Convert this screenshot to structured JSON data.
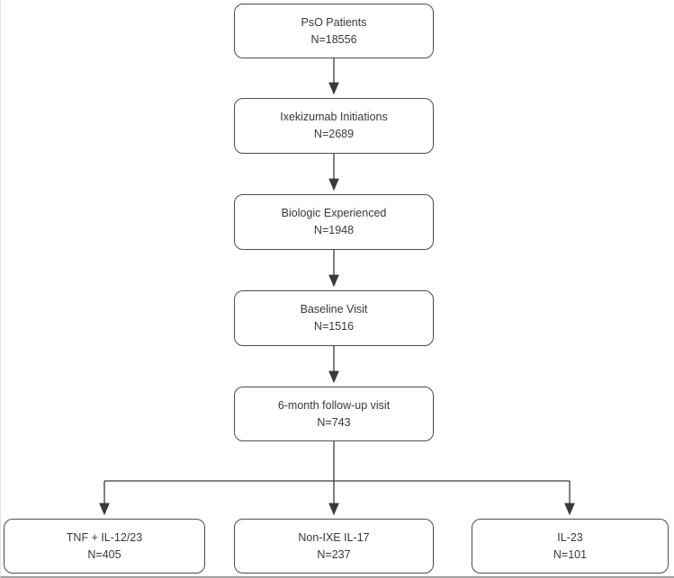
{
  "diagram": {
    "type": "flowchart",
    "nodes": [
      {
        "id": "pso",
        "label": "PsO Patients",
        "n": "N=18556"
      },
      {
        "id": "ixe",
        "label": "Ixekizumab Initiations",
        "n": "N=2689"
      },
      {
        "id": "bio",
        "label": "Biologic Experienced",
        "n": "N=1948"
      },
      {
        "id": "baseline",
        "label": "Baseline Visit",
        "n": "N=1516"
      },
      {
        "id": "followup",
        "label": "6-month follow-up visit",
        "n": "N=743"
      },
      {
        "id": "tnf",
        "label": "TNF + IL-12/23",
        "n": "N=405"
      },
      {
        "id": "il17",
        "label": "Non-IXE IL-17",
        "n": "N=237"
      },
      {
        "id": "il23",
        "label": "IL-23",
        "n": "N=101"
      }
    ],
    "edges": [
      {
        "from": "pso",
        "to": "ixe"
      },
      {
        "from": "ixe",
        "to": "bio"
      },
      {
        "from": "bio",
        "to": "baseline"
      },
      {
        "from": "baseline",
        "to": "followup"
      },
      {
        "from": "followup",
        "to": "tnf"
      },
      {
        "from": "followup",
        "to": "il17"
      },
      {
        "from": "followup",
        "to": "il23"
      }
    ],
    "colors": {
      "box_fill": "#ffffff",
      "box_border": "#4d4d4d",
      "text": "#383838",
      "arrow": "#3a3a3a"
    }
  }
}
